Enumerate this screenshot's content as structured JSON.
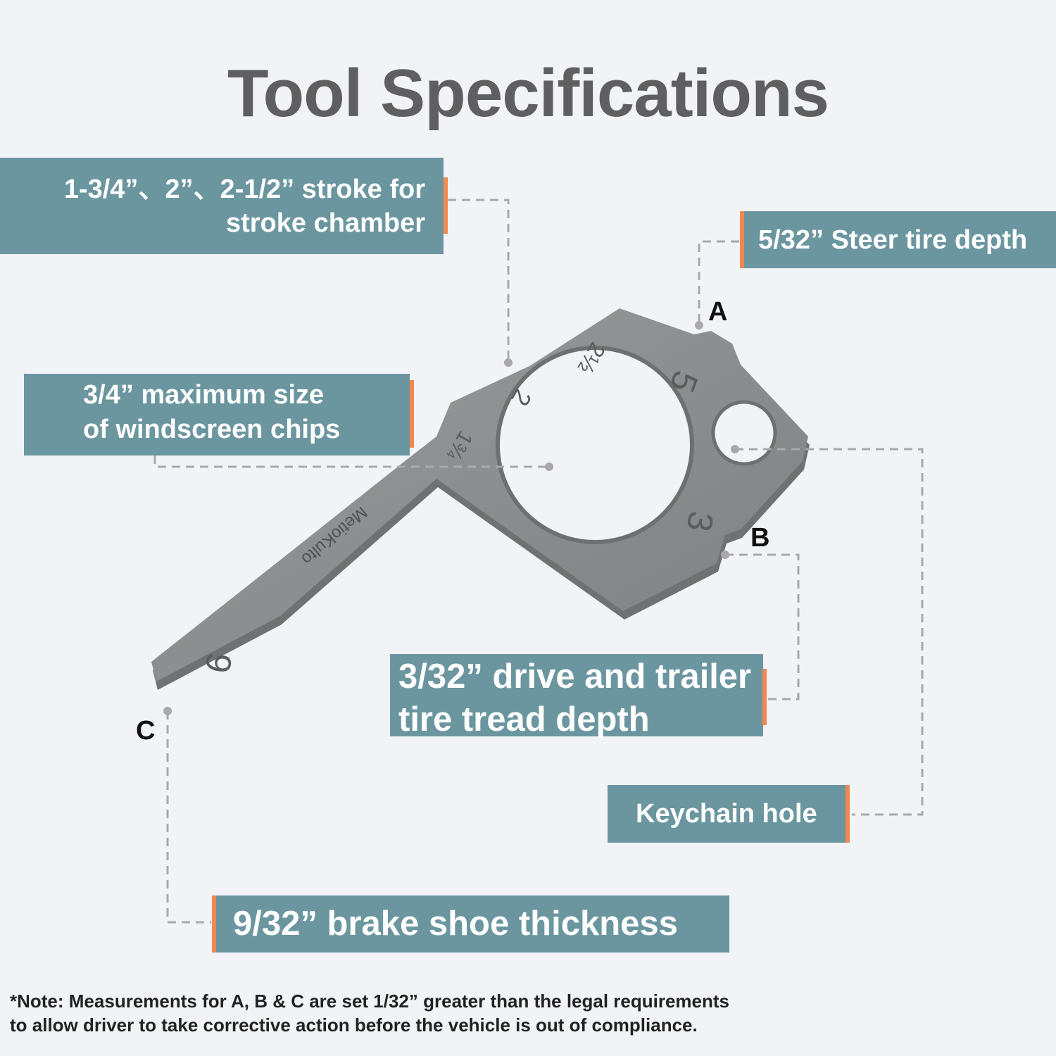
{
  "title": "Tool Specifications",
  "callouts": {
    "stroke_line1": "1-3/4”、2”、2-1/2”  stroke for",
    "stroke_line2": "stroke chamber",
    "steer": "5/32” Steer tire depth",
    "windscreen_line1": "3/4” maximum size",
    "windscreen_line2": "of windscreen chips",
    "drive_line1": "3/32” drive and trailer",
    "drive_line2": "tire tread depth",
    "keychain": "Keychain hole",
    "brake": "9/32” brake shoe thickness"
  },
  "point_labels": {
    "a": "A",
    "b": "B",
    "c": "C"
  },
  "tool_markings": {
    "brand": "MetioKulto",
    "n5": "5",
    "n3": "3",
    "n9": "9",
    "n2": "2",
    "n2half": "2½",
    "n1three_quarter": "1¾"
  },
  "note_line1": "*Note: Measurements for A, B & C are set 1/32” greater than the legal requirements",
  "note_line2": "to allow driver to take corrective action before the vehicle is out of compliance.",
  "colors": {
    "background": "#f1f3f7",
    "callout_bg": "#6b969f",
    "accent": "#f0894f",
    "tool": "#8a8c8e",
    "leader": "#a8a8a8"
  }
}
